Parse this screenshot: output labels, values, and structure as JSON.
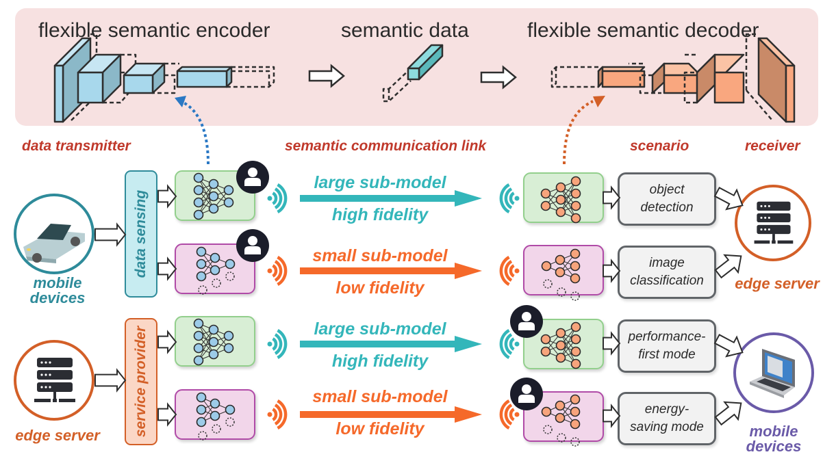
{
  "top": {
    "encoder_title": "flexible semantic encoder",
    "data_title": "semantic data",
    "decoder_title": "flexible semantic decoder"
  },
  "sections": {
    "transmitter": "data transmitter",
    "link": "semantic communication link",
    "scenario": "scenario",
    "receiver": "receiver"
  },
  "left": {
    "device_top_label": "mobile\ndevices",
    "device_bottom_label": "edge server",
    "sensing_label": "data sensing",
    "provider_label": "service provider"
  },
  "links": [
    {
      "top": "large sub-model",
      "bottom": "high fidelity",
      "kind": "large"
    },
    {
      "top": "small sub-model",
      "bottom": "low fidelity",
      "kind": "small"
    },
    {
      "top": "large sub-model",
      "bottom": "high fidelity",
      "kind": "large"
    },
    {
      "top": "small sub-model",
      "bottom": "low fidelity",
      "kind": "small"
    }
  ],
  "scenarios": [
    {
      "label": "object\ndetection"
    },
    {
      "label": "image\nclassification"
    },
    {
      "label": "performance-\nfirst mode"
    },
    {
      "label": "energy-\nsaving mode"
    }
  ],
  "right": {
    "receiver_top_label": "edge server",
    "receiver_bottom_label": "mobile\ndevices"
  },
  "colors": {
    "teal": "#33b6ba",
    "orange": "#f5692a",
    "section_red": "#c0392b",
    "encoder_blue": "#a8d8ec",
    "decoder_orange": "#f9a77f",
    "panel_pink": "#f7e1e1",
    "large_green": "#d8eed5",
    "small_pink": "#f2d6ea",
    "mobile_teal": "#2e8b9a",
    "edge_orange": "#d35f27",
    "laptop_purple": "#6a5aa8"
  }
}
